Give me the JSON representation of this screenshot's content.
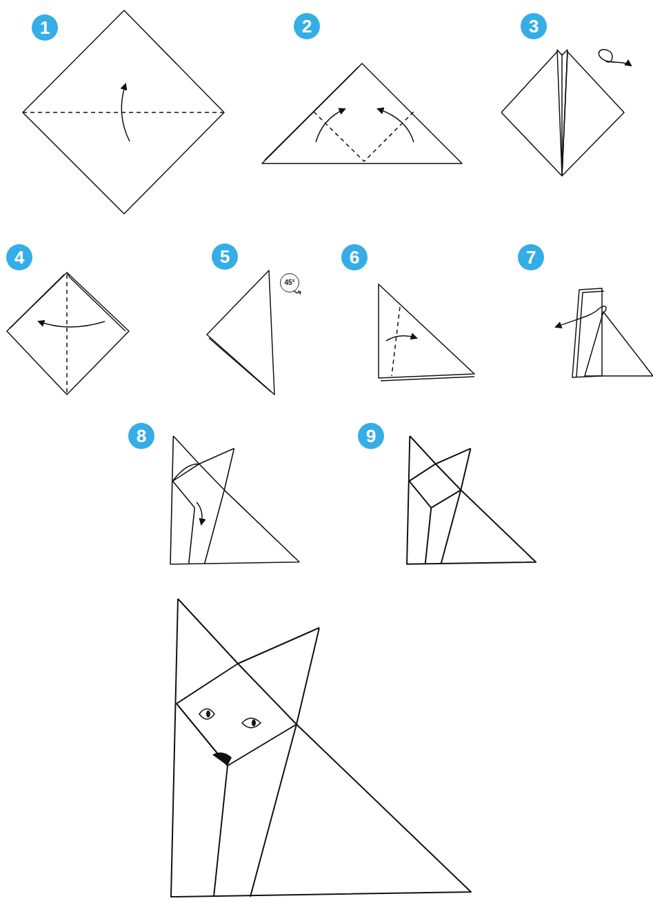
{
  "diagram": {
    "nodes": [
      {
        "text": [
          "1"
        ]
      },
      {
        "text": [
          "2"
        ]
      },
      {
        "text": [
          "3"
        ]
      },
      {
        "text": [
          "4"
        ]
      },
      {
        "text": [
          "5"
        ]
      },
      {
        "text": [
          "45°"
        ]
      },
      {
        "text": [
          "6"
        ]
      },
      {
        "text": [
          "7"
        ]
      },
      {
        "text": [
          "8"
        ]
      },
      {
        "text": [
          "9"
        ]
      }
    ]
  }
}
